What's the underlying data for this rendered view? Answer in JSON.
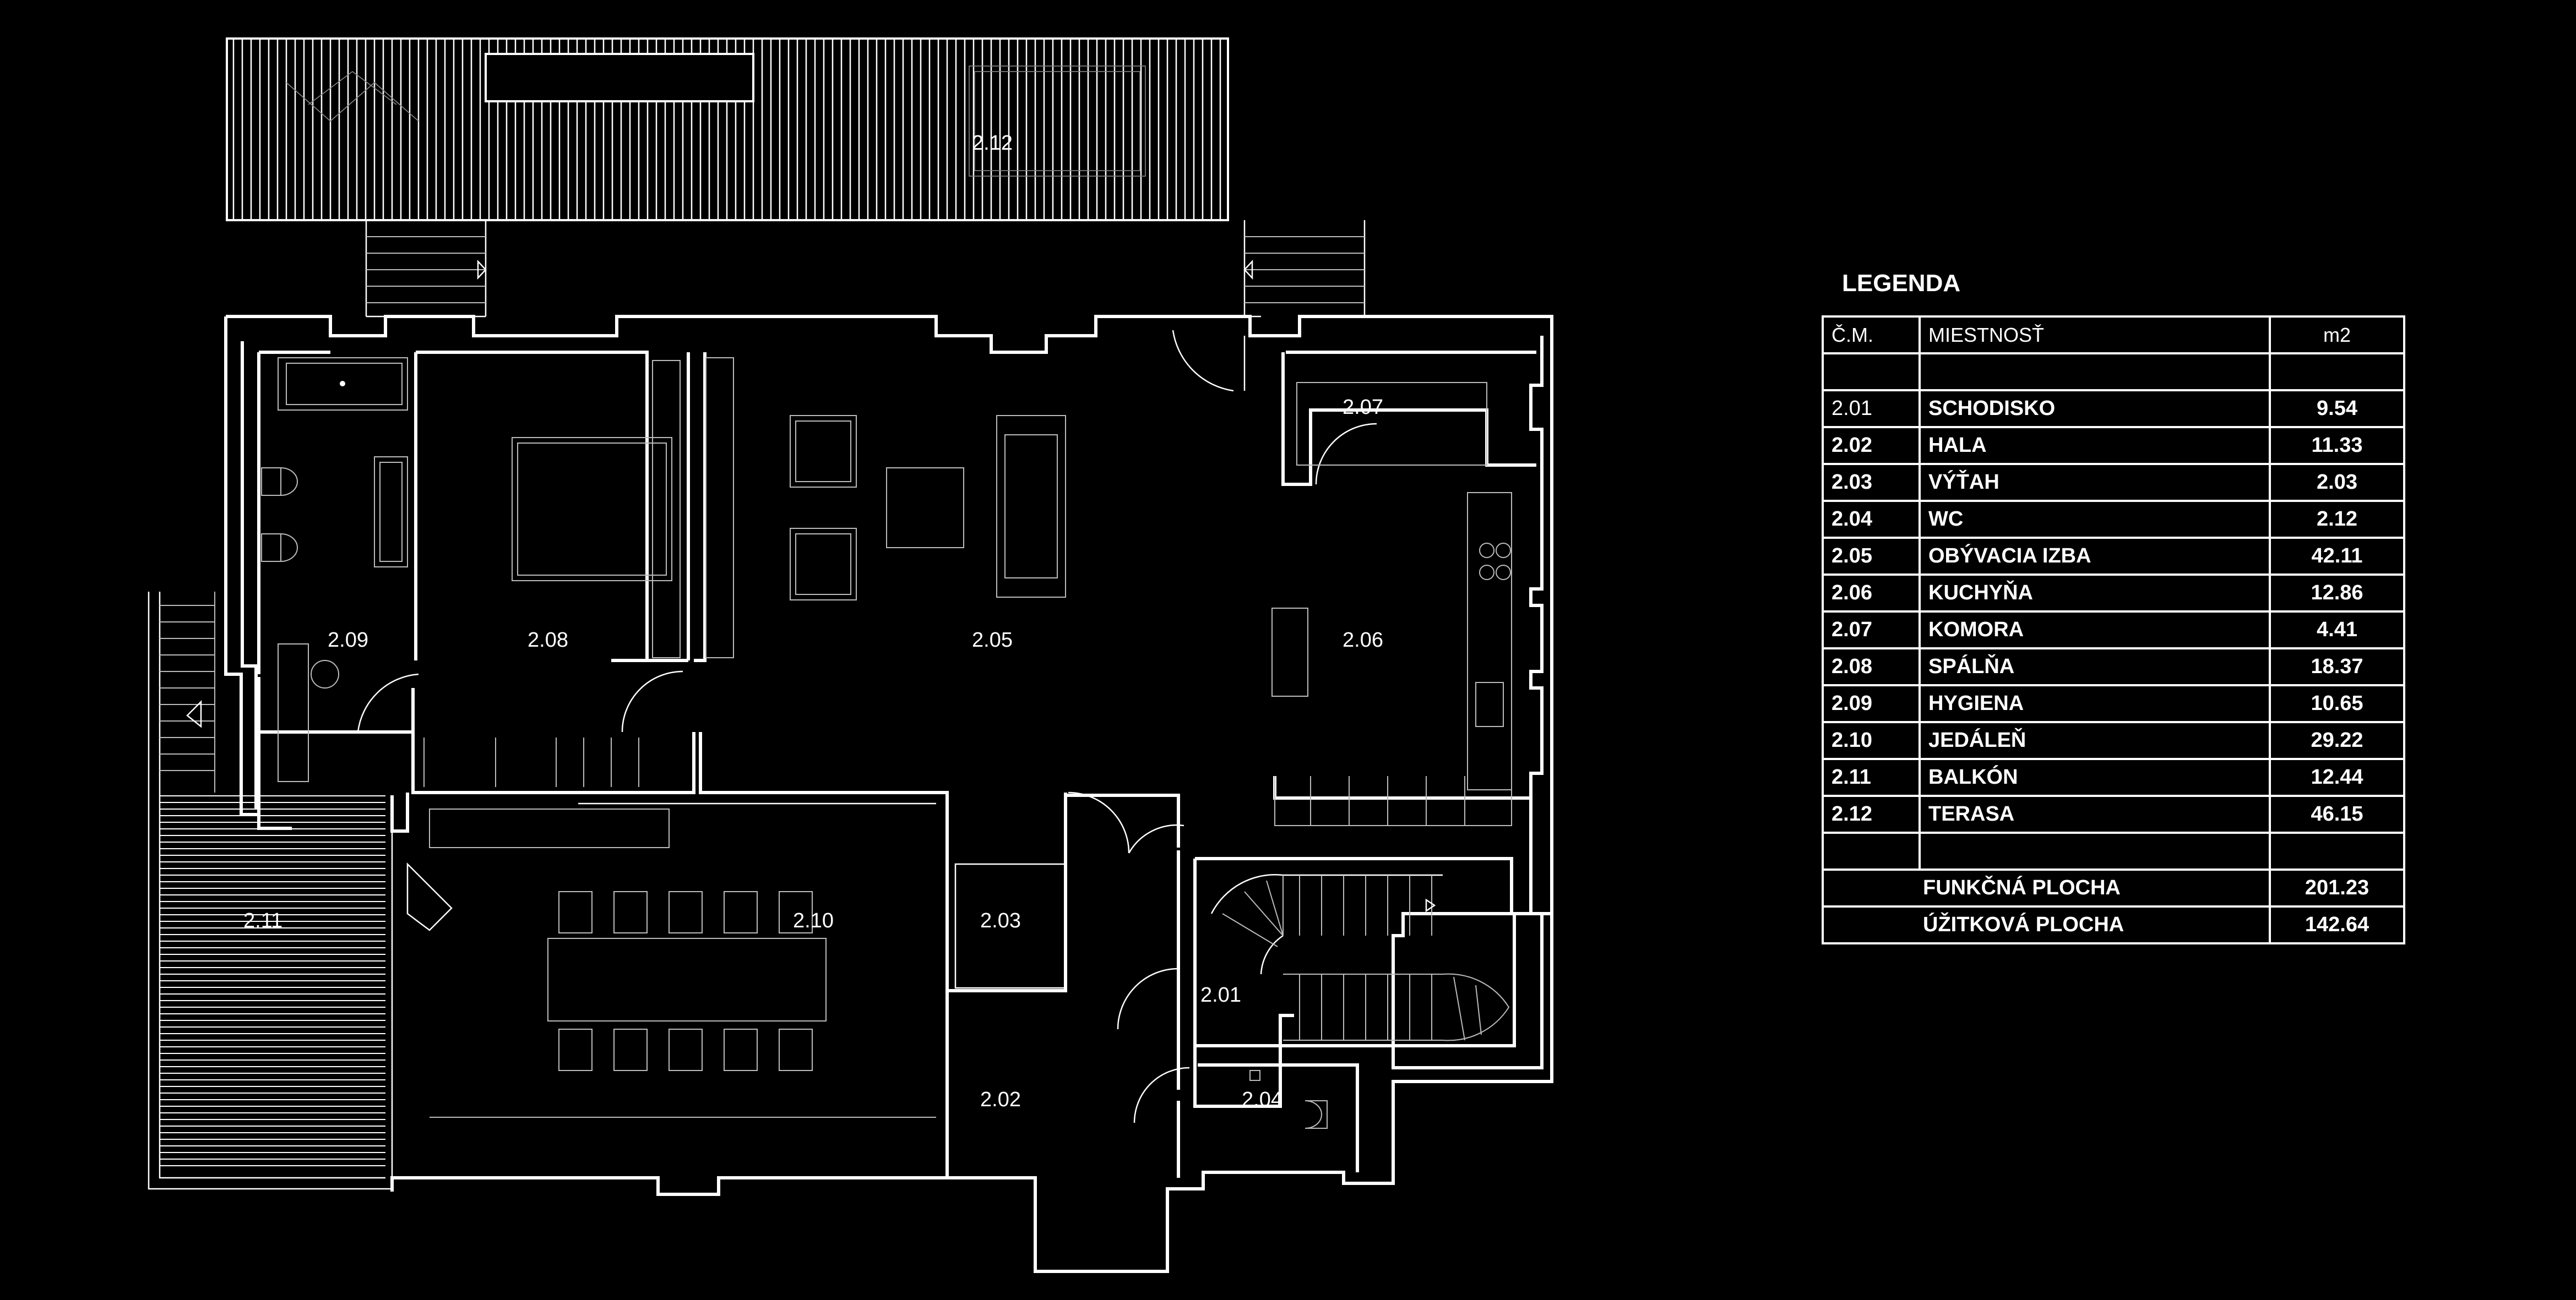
{
  "rooms": [
    {
      "id": "2.01",
      "name": "SCHODISKO",
      "area": "9.54"
    },
    {
      "id": "2.02",
      "name": "HALA",
      "area": "11.33"
    },
    {
      "id": "2.03",
      "name": "VÝŤAH",
      "area": "2.03"
    },
    {
      "id": "2.04",
      "name": "WC",
      "area": "2.12"
    },
    {
      "id": "2.05",
      "name": "OBÝVACIA IZBA",
      "area": "42.11"
    },
    {
      "id": "2.06",
      "name": "KUCHYŇA",
      "area": "12.86"
    },
    {
      "id": "2.07",
      "name": "KOMORA",
      "area": "4.41"
    },
    {
      "id": "2.08",
      "name": "SPÁLŇA",
      "area": "18.37"
    },
    {
      "id": "2.09",
      "name": "HYGIENA",
      "area": "10.65"
    },
    {
      "id": "2.10",
      "name": "JEDÁLEŇ",
      "area": "29.22"
    },
    {
      "id": "2.11",
      "name": "BALKÓN",
      "area": "12.44"
    },
    {
      "id": "2.12",
      "name": "TERASA",
      "area": "46.15"
    }
  ],
  "legend": {
    "title": "LEGENDA",
    "headers": {
      "number": "Č.M.",
      "room": "MIESTNOSŤ",
      "unit": "m2"
    },
    "functional_label": "FUNKČNÁ PLOCHA",
    "functional_value": "201.23",
    "usable_label": "ÚŽITKOVÁ PLOCHA",
    "usable_value": "142.64"
  },
  "colors": {
    "background": "#000000",
    "lines": "#ffffff"
  }
}
